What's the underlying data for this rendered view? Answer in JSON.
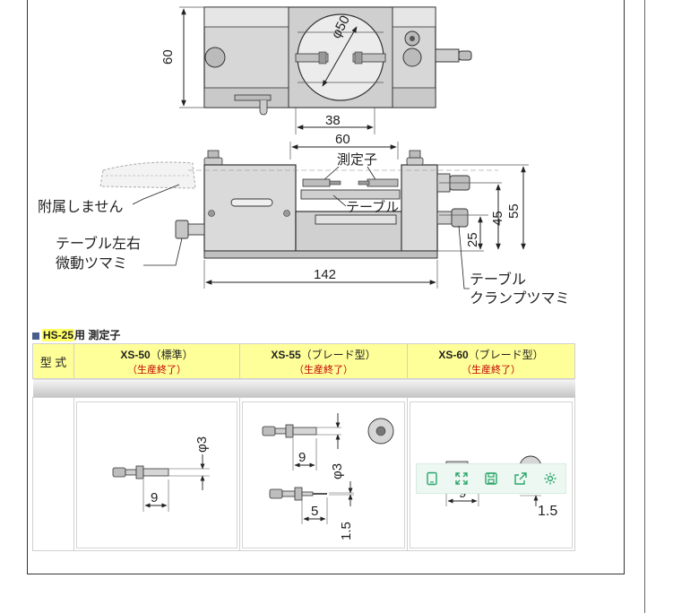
{
  "top_view": {
    "dim_height": "60",
    "dim_diameter": "φ50",
    "dim_width": "38"
  },
  "front_view": {
    "dim_top": "60",
    "dim_bottom": "142",
    "dim_25": "25",
    "dim_45": "45",
    "dim_55": "55",
    "label_probe": "測定子",
    "label_table": "テーブル",
    "label_not_attached": "附属しません",
    "label_fine_line1": "テーブル左右",
    "label_fine_line2": "微動ツマミ",
    "label_clamp_line1": "テーブル",
    "label_clamp_line2": "クランプツマミ"
  },
  "section": {
    "model": "HS-25",
    "title": "用 測定子"
  },
  "table": {
    "type_label": "型 式",
    "columns": [
      {
        "name": "XS-50",
        "kind": "（標準）",
        "note": "（生産終了）"
      },
      {
        "name": "XS-55",
        "kind": "（ブレード型）",
        "note": "（生産終了）"
      },
      {
        "name": "XS-60",
        "kind": "（ブレード型）",
        "note": "（生産終了）"
      }
    ]
  },
  "drawings": {
    "xs50": {
      "dia": "φ3",
      "len": "9"
    },
    "xs55": {
      "len_a": "9",
      "dia": "φ3",
      "len_b": "5",
      "blade": "1.5"
    },
    "xs60": {
      "len": "9",
      "blade": "1.5"
    }
  },
  "toolbar": {
    "icons": [
      "tablet-icon",
      "expand-icon",
      "save-icon",
      "share-icon",
      "settings-icon"
    ]
  }
}
